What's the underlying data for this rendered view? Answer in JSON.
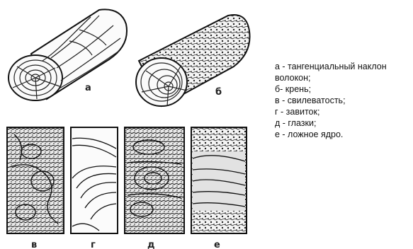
{
  "figure": {
    "panel_labels": [
      "а",
      "б",
      "в",
      "г",
      "д",
      "е"
    ]
  },
  "legend": {
    "lines": [
      "а - тангенциальный наклон",
      "волокон;",
      "б- крень;",
      "в - свилеватость;",
      "г - завиток;",
      "д - глазки;",
      "е - ложное ядро."
    ]
  }
}
